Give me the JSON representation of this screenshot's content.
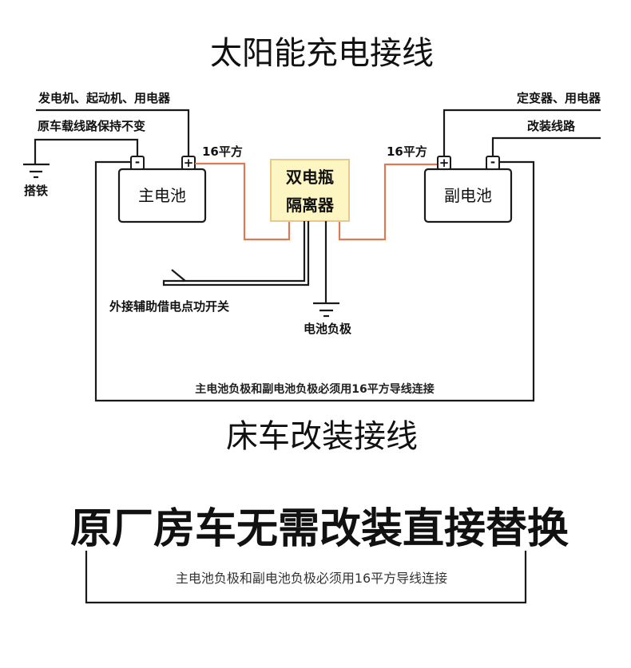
{
  "title": "太阳能充电接线",
  "diagram": {
    "top_left_labels": {
      "line1": "发电机、起动机、用电器",
      "line2": "原车载线路保持不变"
    },
    "ground_left": "搭铁",
    "main_battery": {
      "label": "主电池",
      "neg": "-",
      "pos": "+"
    },
    "secondary_battery": {
      "label": "副电池",
      "neg": "-",
      "pos": "+"
    },
    "wire_left_label": "16平方",
    "wire_right_label": "16平方",
    "isolator": {
      "line1": "双电瓶",
      "line2": "隔离器"
    },
    "top_right_labels": {
      "line1": "定变器、用电器",
      "line2": "改装线路"
    },
    "switch_label": "外接辅助借电点功开关",
    "ground_center": "电池负极",
    "loop_note": "主电池负极和副电池负极必须用16平方导线连接",
    "colors": {
      "wire_16mm": "#dd7a55",
      "isolator_fill": "#fdf6c3",
      "isolator_border": "#e8c98a"
    }
  },
  "section_title": "床车改装接线",
  "headline": "原厂房车无需改装直接替换",
  "bottom_note": "主电池负极和副电池负极必须用16平方导线连接"
}
